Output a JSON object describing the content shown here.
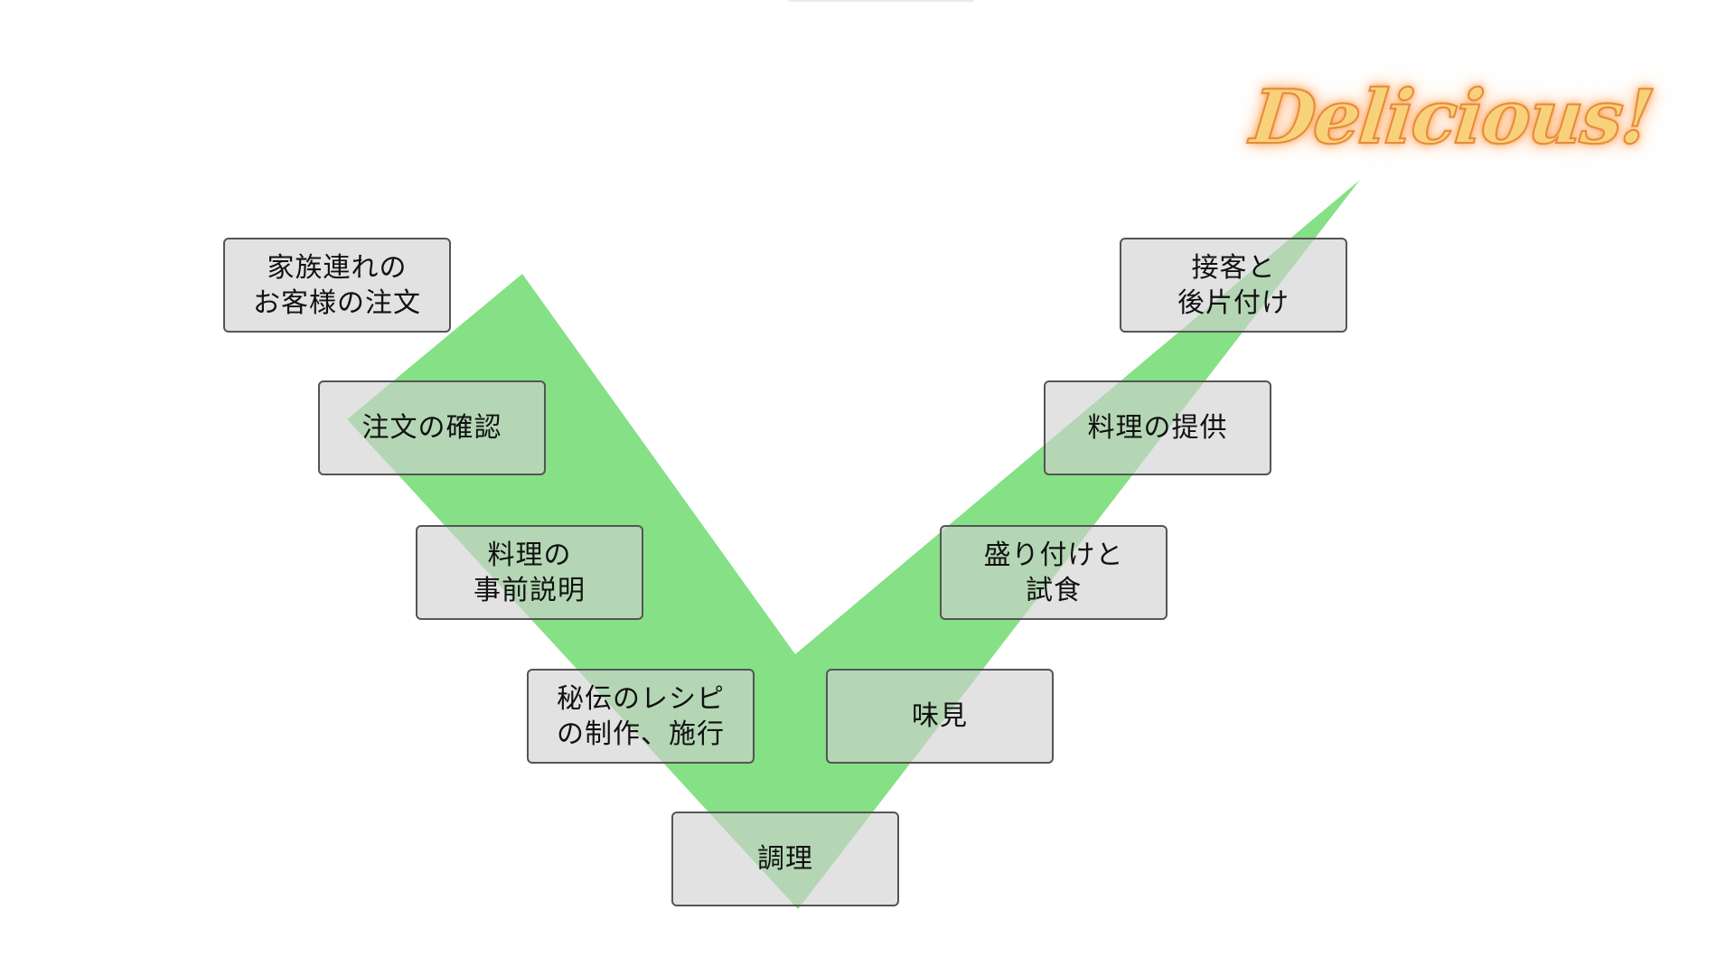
{
  "diagram": {
    "steps": {
      "order": "家族連れの\nお客様の注文",
      "confirm": "注文の確認",
      "explain": "料理の\n事前説明",
      "recipe": "秘伝のレシピ\nの制作、施行",
      "cook": "調理",
      "taste": "味見",
      "plate": "盛り付けと\n試食",
      "serve": "料理の提供",
      "service": "接客と\n後片付け"
    },
    "exclamation": "Delicious!"
  },
  "colors": {
    "check": "#86e086",
    "box_fill": "#d0d0d0",
    "box_border": "#555555",
    "exclamation_fill": "#f8d27a",
    "exclamation_glow": "#ff9a3a"
  }
}
